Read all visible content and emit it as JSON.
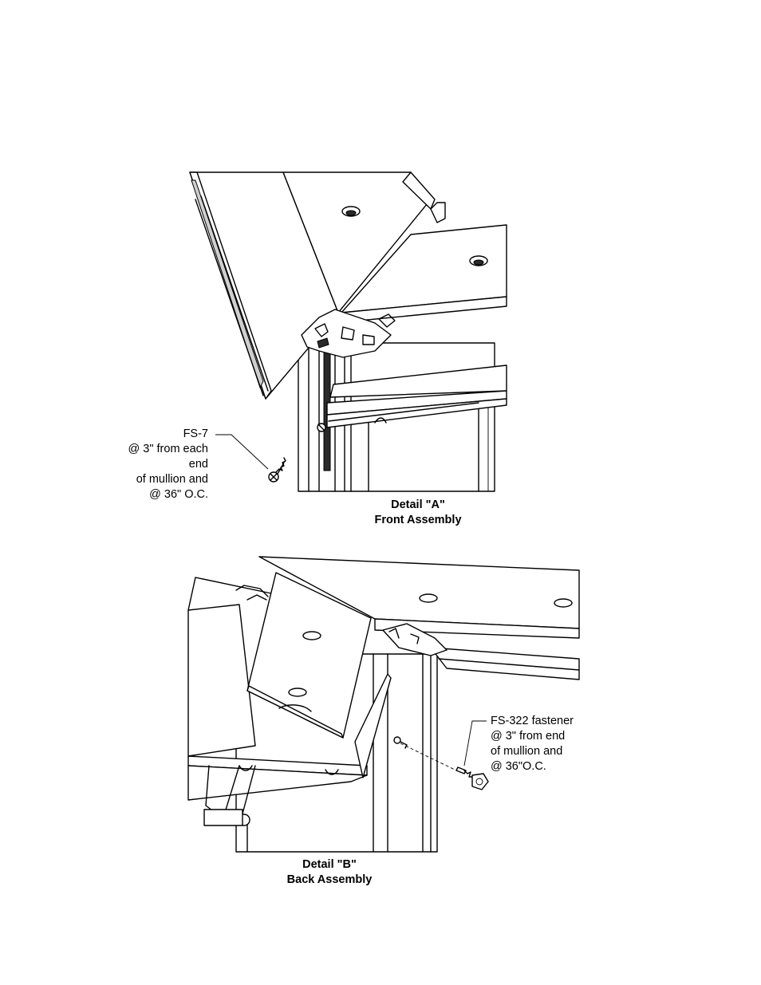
{
  "detail_a": {
    "title": "Detail \"A\"",
    "subtitle": "Front Assembly",
    "callout": {
      "line1": "FS-7",
      "line2": "@ 3\" from each",
      "line3": "end",
      "line4": "of mullion and",
      "line5": "@ 36\" O.C."
    }
  },
  "detail_b": {
    "title": "Detail \"B\"",
    "subtitle": "Back Assembly",
    "callout": {
      "line1": "FS-322 fastener",
      "line2": "@ 3\" from end",
      "line3": "of mullion and",
      "line4": "@ 36\"O.C."
    }
  }
}
